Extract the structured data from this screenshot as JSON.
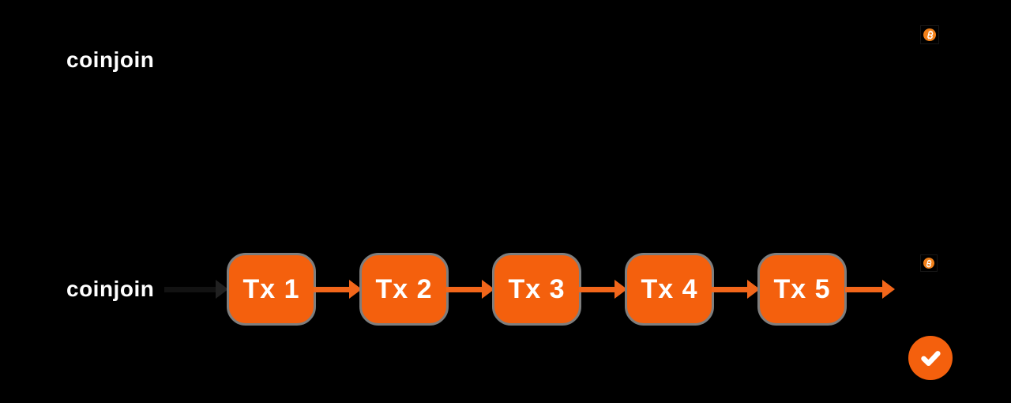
{
  "colors": {
    "background": "#000000",
    "box_fill": "#F4600D",
    "box_outline": "#7E7E7E",
    "arrow": "#F2661A",
    "hidden_arrow": "#1A1A1A",
    "bitcoin_orange": "#F28019",
    "badge_orange": "#F4600D",
    "text": "#FFFFFF"
  },
  "icons": {
    "bitcoin": "bitcoin-icon",
    "verified": "checkmark-icon",
    "arrow": "right-arrow"
  },
  "top_row": {
    "label": "coinjoin"
  },
  "bottom_row": {
    "label": "coinjoin",
    "transactions": [
      "Tx 1",
      "Tx 2",
      "Tx 3",
      "Tx 4",
      "Tx 5"
    ]
  }
}
